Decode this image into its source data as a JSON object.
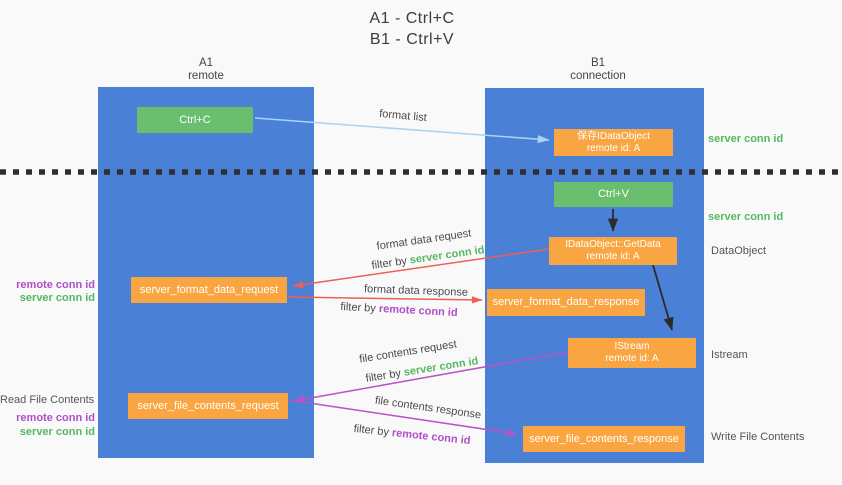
{
  "title": {
    "line1": "A1 - Ctrl+C",
    "line2": "B1 - Ctrl+V"
  },
  "lifelines": {
    "left": {
      "name": "A1",
      "role": "remote"
    },
    "right": {
      "name": "B1",
      "role": "connection"
    }
  },
  "boxes": {
    "ctrl_c": {
      "label": "Ctrl+C"
    },
    "save_idataobject": {
      "line1": "保存IDataObject",
      "line2": "remote id: A"
    },
    "ctrl_v": {
      "label": "Ctrl+V"
    },
    "getdata": {
      "line1": "IDataObject::GetData",
      "line2": "remote id: A"
    },
    "server_format_data_request": {
      "label": "server_format_data_request"
    },
    "server_format_data_response": {
      "label": "server_format_data_response"
    },
    "istream": {
      "line1": "IStream",
      "line2": "remote id: A"
    },
    "server_file_contents_request": {
      "label": "server_file_contents_request"
    },
    "server_file_contents_response": {
      "label": "server_file_contents_response"
    }
  },
  "arrow_labels": {
    "format_list": "format list",
    "format_data_request": "format data request",
    "format_data_request_filter_prefix": "filter by",
    "format_data_request_filter_key": "server conn id",
    "format_data_response": "format data response",
    "format_data_response_filter_prefix": "filter by",
    "format_data_response_filter_key": "remote conn id",
    "file_contents_request": "file contents request",
    "file_contents_request_filter_prefix": "filter by",
    "file_contents_request_filter_key": "server conn id",
    "file_contents_response": "file contents response",
    "file_contents_response_filter_prefix": "filter by",
    "file_contents_response_filter_key": "remote conn id"
  },
  "side_labels": {
    "right_server_conn_id_top": "server conn id",
    "right_server_conn_id_mid": "server conn id",
    "right_dataobject": "DataObject",
    "right_istream": "Istream",
    "right_write_file_contents": "Write File Contents",
    "left_remote_conn_id_format": "remote conn id",
    "left_server_conn_id_format": "server conn id",
    "left_read_file_contents": "Read File Contents",
    "left_remote_conn_id_file": "remote conn id",
    "left_server_conn_id_file": "server conn id"
  },
  "colors": {
    "lane_blue": "#4a80d6",
    "box_green": "#6abf6e",
    "box_orange": "#f9a541",
    "arrow_red": "#ee6055",
    "arrow_magenta": "#bb52c5",
    "arrow_light_blue": "#a9d3f0",
    "arrow_black": "#2b2b2b",
    "conn_id_green": "#55b85f",
    "conn_id_purple": "#af4fc8",
    "background": "#f9f9fa"
  }
}
